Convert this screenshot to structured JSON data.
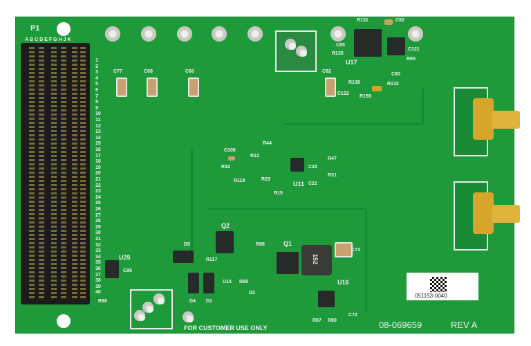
{
  "board": {
    "connector_ref": "P1",
    "connector_cols": "ABCDEFGHJK",
    "row_numbers": [
      "1",
      "2",
      "3",
      "4",
      "5",
      "6",
      "7",
      "8",
      "9",
      "10",
      "11",
      "12",
      "13",
      "14",
      "15",
      "16",
      "17",
      "18",
      "19",
      "20",
      "21",
      "22",
      "23",
      "24",
      "25",
      "26",
      "27",
      "28",
      "29",
      "30",
      "31",
      "32",
      "33",
      "34",
      "35",
      "36",
      "37",
      "38",
      "39",
      "40"
    ],
    "labels": {
      "c77": "C77",
      "c68": "C68",
      "c60": "C60",
      "c82": "C82",
      "r131": "R131",
      "c92": "C92",
      "c85": "C85",
      "r135": "R135",
      "u17": "U17",
      "c90": "C90",
      "r95": "R95",
      "c121": "C121",
      "c122": "C122",
      "r138": "R138",
      "r159": "R159",
      "r132": "R132",
      "c108": "C108",
      "r32": "R32",
      "r118": "R118",
      "r12": "R12",
      "r44": "R44",
      "c20": "C20",
      "c21": "C21",
      "r47": "R47",
      "r31": "R31",
      "u11": "U11",
      "r29": "R29",
      "r15": "R15",
      "q2": "Q2",
      "q1": "Q1",
      "r86": "R86",
      "r117": "R117",
      "r88": "R88",
      "u15": "U15",
      "d5": "D5",
      "d4": "D4",
      "d1": "D1",
      "d2": "D2",
      "u16": "U16",
      "c73": "C73",
      "l1": "152",
      "r87": "R87",
      "r90": "R90",
      "c72": "C72",
      "u25": "U25",
      "c96": "C96",
      "r98": "R98"
    },
    "customer": "FOR CUSTOMER USE ONLY",
    "part_number": "08-069659",
    "revision": "REV A",
    "sticker_serial": "051153-0040"
  }
}
